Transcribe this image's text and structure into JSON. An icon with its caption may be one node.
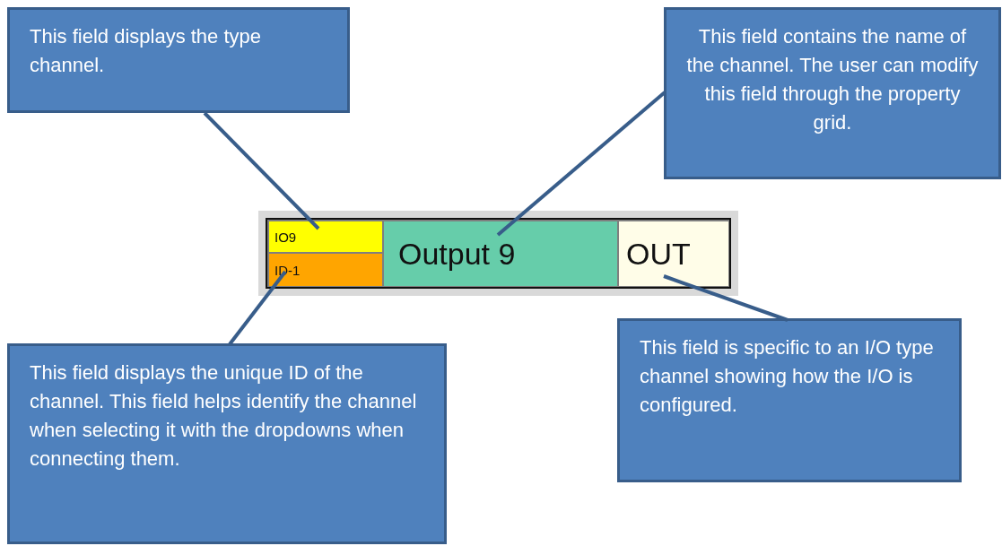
{
  "diagram": {
    "nodes": [
      {
        "text": [
          "This field displays the type channel."
        ]
      },
      {
        "text": [
          "This field contains the name of the channel. The user can modify this field through the property grid."
        ]
      },
      {
        "text": [],
        "shape": "box"
      },
      {
        "text": [
          "IO9"
        ],
        "in": 2
      },
      {
        "text": [
          "Output 9"
        ],
        "in": 2
      },
      {
        "text": [
          "OUT"
        ],
        "in": 2
      },
      {
        "text": [
          "ID-1"
        ],
        "in": 2
      },
      {
        "text": [
          "This field displays the unique ID of the channel. This field helps identify the channel when selecting it with the dropdowns when connecting them."
        ]
      },
      {
        "text": [
          "This field is specific to an I/O type channel showing how the I/O is configured."
        ]
      }
    ],
    "edges": [
      {
        "from": 0,
        "to": 3,
        "arrow": "none"
      },
      {
        "from": 1,
        "to": 4,
        "arrow": "none"
      },
      {
        "from": 7,
        "to": 6,
        "arrow": "none"
      },
      {
        "from": 8,
        "to": 5,
        "arrow": "none"
      }
    ]
  }
}
